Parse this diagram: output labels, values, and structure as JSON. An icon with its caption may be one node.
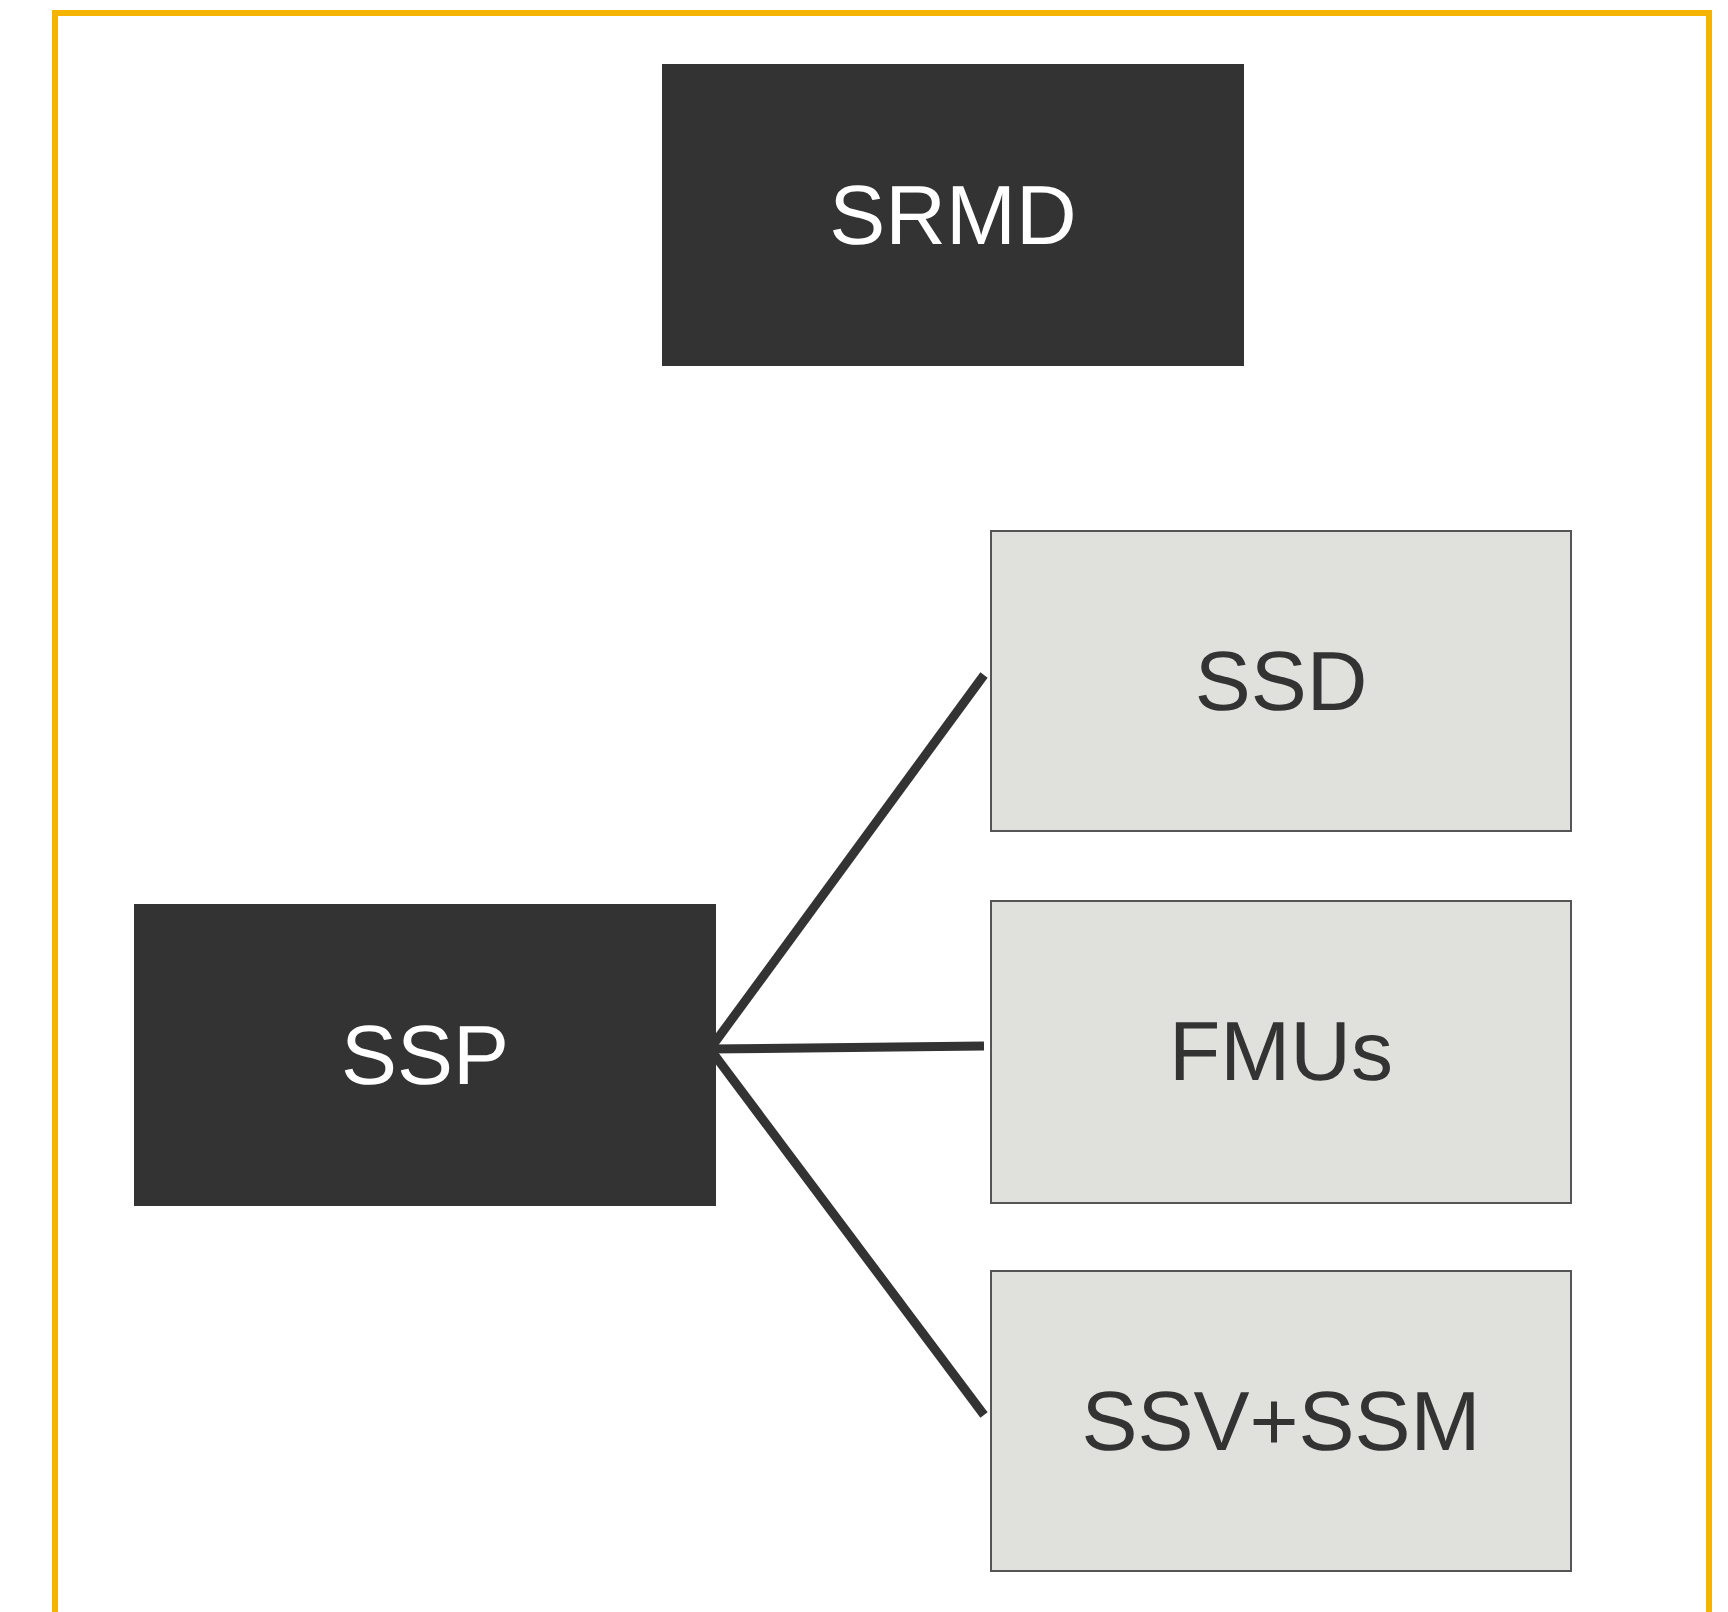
{
  "diagram": {
    "nodes": [
      {
        "text": [],
        "shape": "box"
      },
      {
        "text": [
          "SRMD"
        ],
        "in": 0
      },
      {
        "text": [
          "SSP"
        ],
        "in": 0
      },
      {
        "text": [
          "SSD"
        ],
        "in": 0
      },
      {
        "text": [
          "FMUs"
        ],
        "in": 0
      },
      {
        "text": [
          "SSV+SSM"
        ],
        "in": 0
      }
    ],
    "edges": [
      {
        "from": 2,
        "to": 3,
        "arrow": "none"
      },
      {
        "from": 2,
        "to": 4,
        "arrow": "none"
      },
      {
        "from": 2,
        "to": 5,
        "arrow": "none"
      }
    ]
  }
}
